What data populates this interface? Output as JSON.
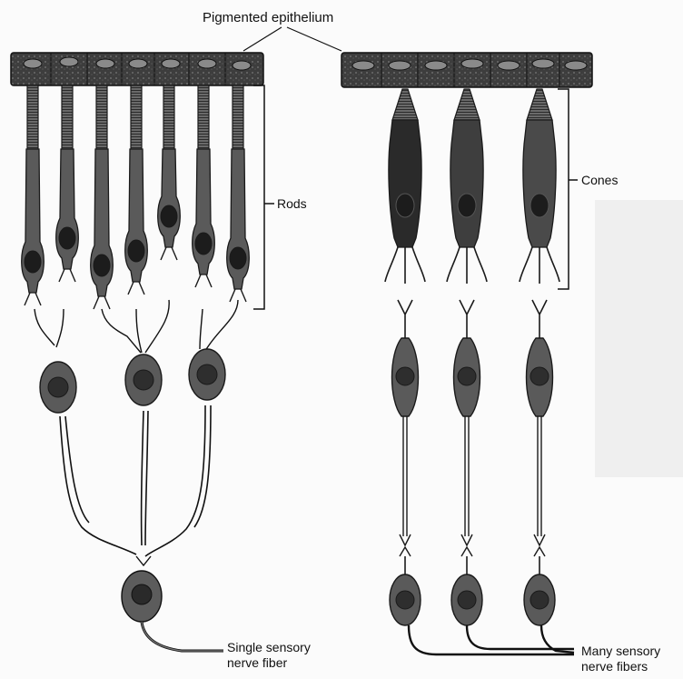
{
  "labels": {
    "pigmented_epithelium": "Pigmented epithelium",
    "rods": "Rods",
    "cones": "Cones",
    "single_fiber_line1": "Single sensory",
    "single_fiber_line2": "nerve fiber",
    "many_fibers_line1": "Many sensory",
    "many_fibers_line2": "nerve fibers"
  },
  "colors": {
    "ink": "#1a1a1a",
    "cell_fill": "#5a5a5a",
    "cell_dark": "#2e2e2e",
    "nucleus": "#1c1c1c",
    "epithelium": "#3a3a3a"
  }
}
